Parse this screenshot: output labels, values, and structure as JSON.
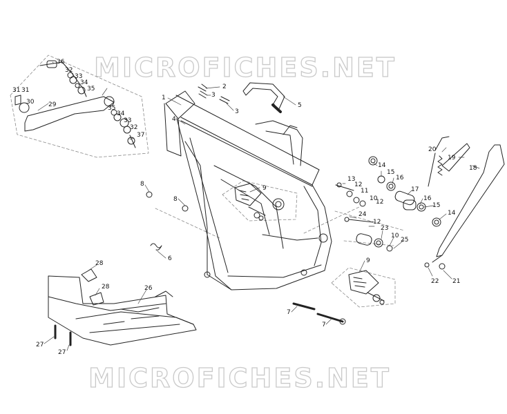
{
  "watermark": {
    "top": "MICROFICHES.NET",
    "bottom": "MICROFICHES.NET"
  },
  "part_numbers": [
    "1",
    "2",
    "3",
    "3",
    "4",
    "5",
    "6",
    "7",
    "7",
    "8",
    "8",
    "9",
    "9",
    "10",
    "10",
    "11",
    "12",
    "12",
    "12",
    "13",
    "14",
    "14",
    "15",
    "15",
    "16",
    "16",
    "17",
    "18",
    "19",
    "20",
    "21",
    "22",
    "23",
    "24",
    "25",
    "26",
    "27",
    "27",
    "28",
    "28",
    "29",
    "30",
    "31",
    "31",
    "32",
    "32",
    "33",
    "33",
    "34",
    "34",
    "35",
    "35",
    "36",
    "37"
  ]
}
